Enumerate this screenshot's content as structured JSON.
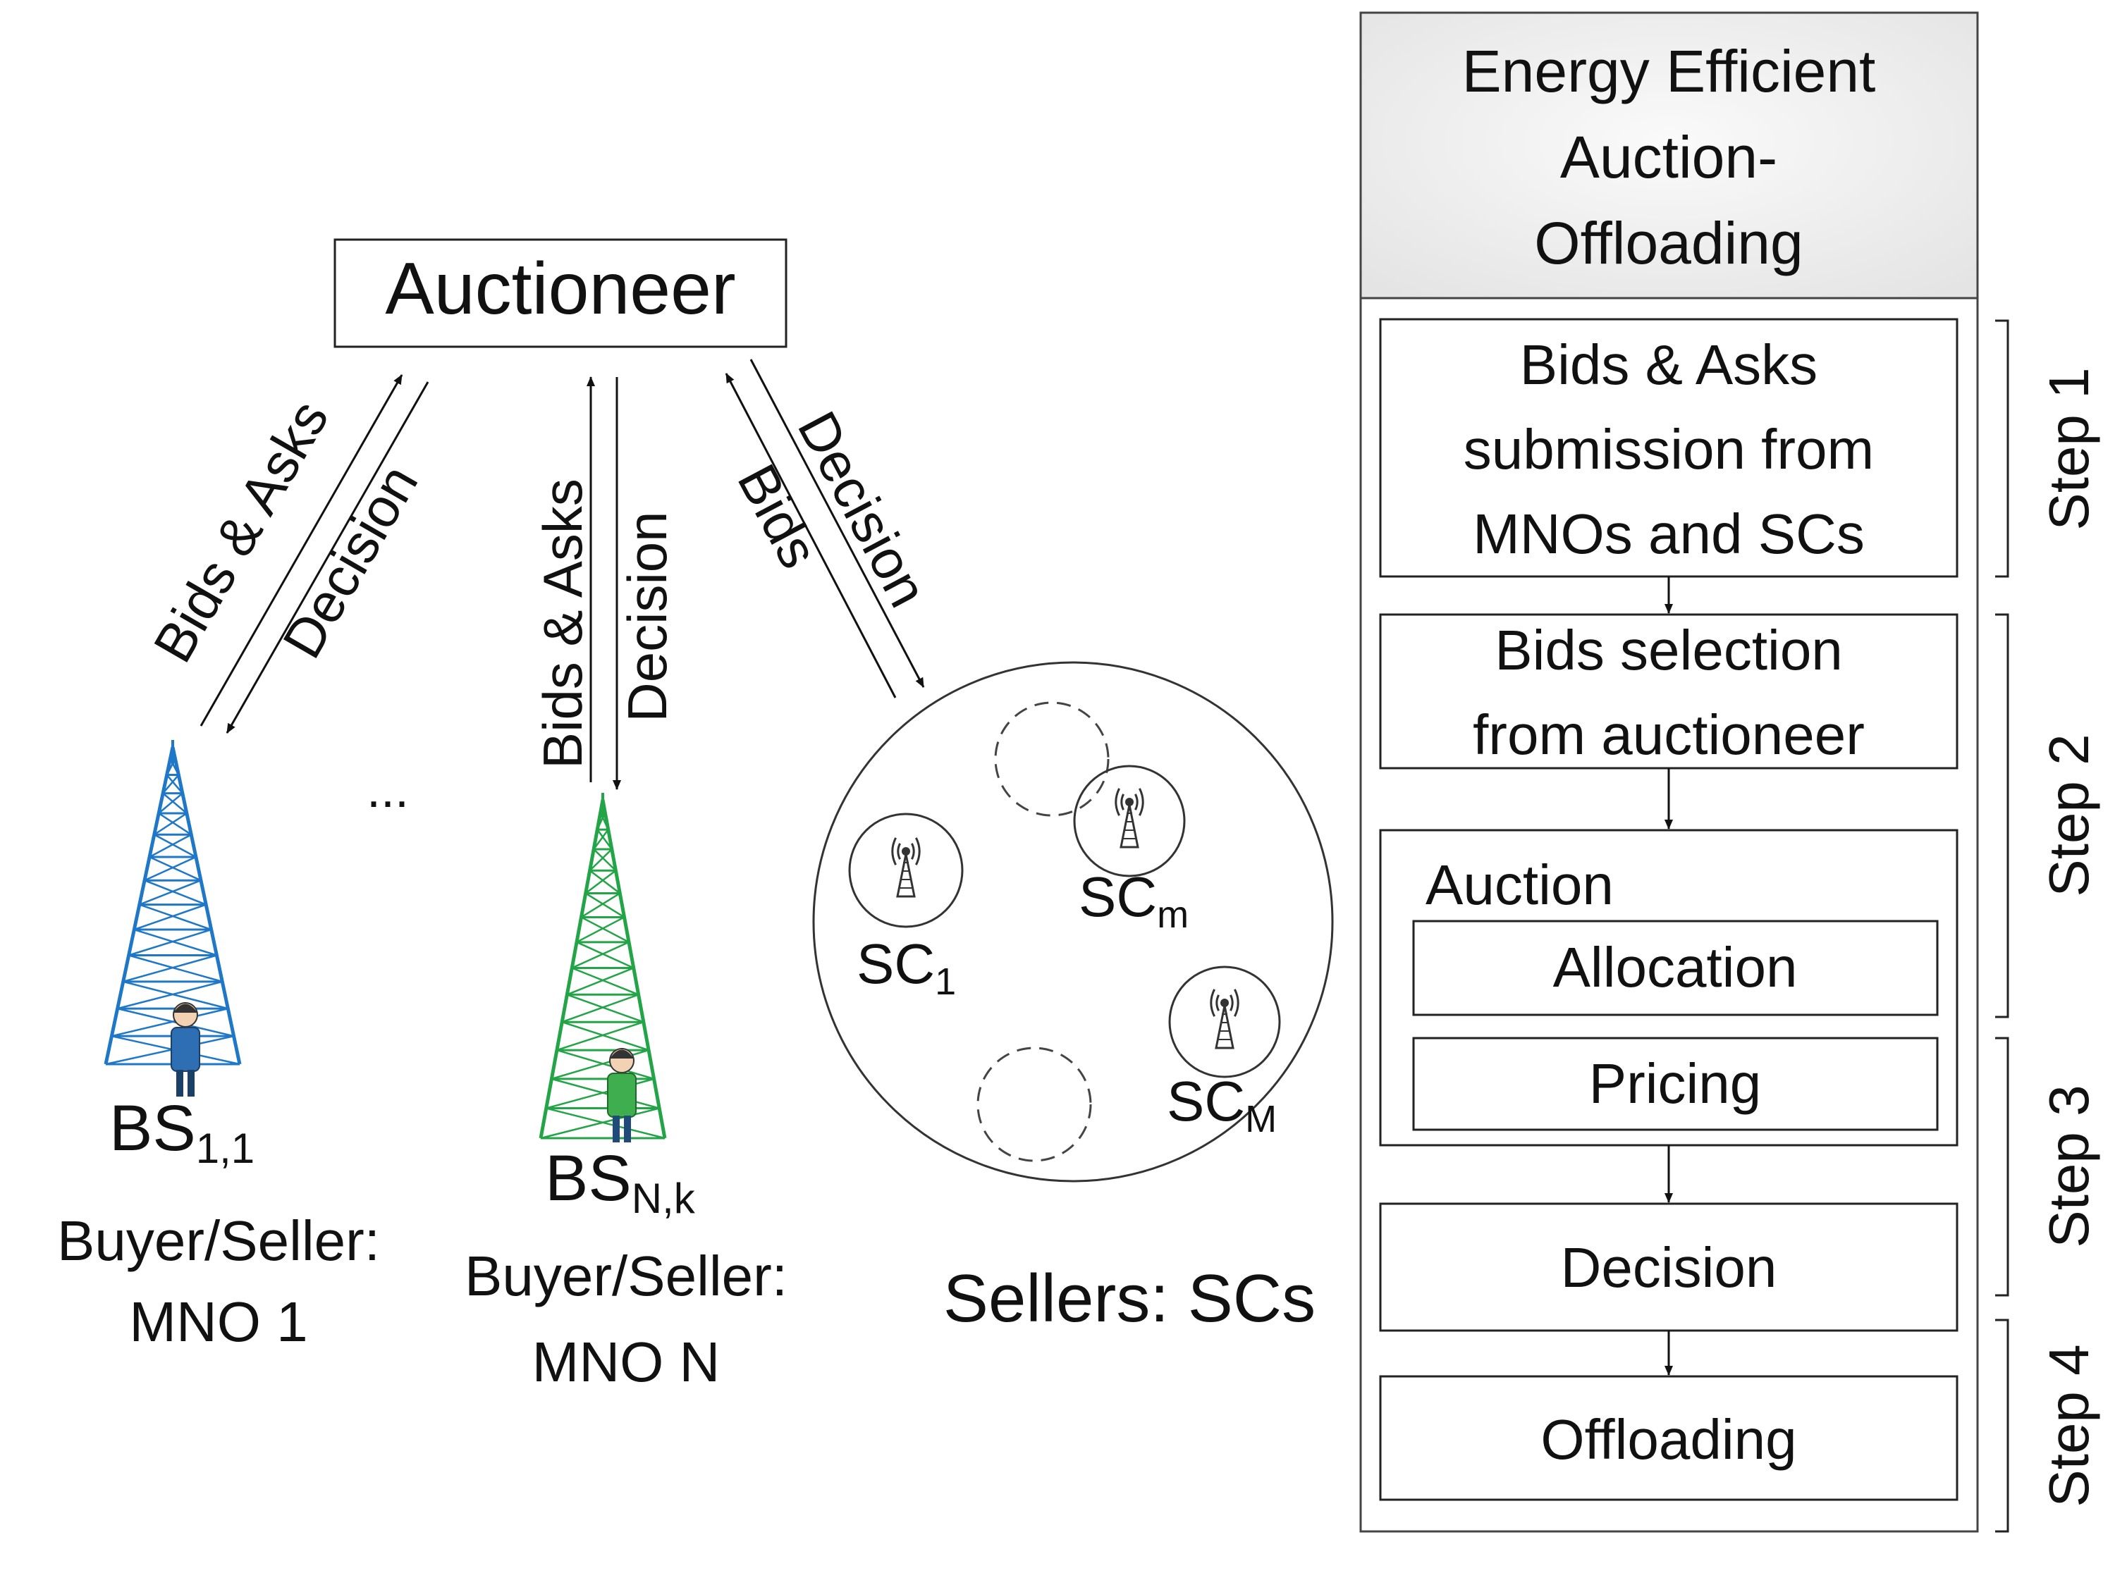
{
  "auctioneer": {
    "label": "Auctioneer"
  },
  "links": {
    "left_bids": "Bids & Asks",
    "left_decision": "Decision",
    "mid_bids": "Bids & Asks",
    "mid_decision": "Decision",
    "right_bids": "Bids",
    "right_decision": "Decision"
  },
  "ellipsis": "...",
  "bs1": {
    "base": "BS",
    "sub": "1,1",
    "role": "Buyer/Seller:",
    "mno": "MNO 1",
    "color": "#1f77c8"
  },
  "bsn": {
    "base": "BS",
    "sub": "N,k",
    "role": "Buyer/Seller:",
    "mno": "MNO N",
    "color": "#22a447"
  },
  "sellers": {
    "label": "Sellers: SCs",
    "sc1": {
      "base": "SC",
      "sub": "1"
    },
    "scm": {
      "base": "SC",
      "sub": "m"
    },
    "scM": {
      "base": "SC",
      "sub": "M"
    }
  },
  "flow": {
    "title_lines": [
      "Energy Efficient",
      "Auction-",
      "Offloading"
    ],
    "box1": [
      "Bids & Asks",
      "submission from",
      "MNOs and SCs"
    ],
    "box2": [
      "Bids selection",
      "from auctioneer"
    ],
    "box3_title": "Auction",
    "allocation": "Allocation",
    "pricing": "Pricing",
    "decision": "Decision",
    "offloading": "Offloading",
    "steps": [
      "Step 1",
      "Step 2",
      "Step 3",
      "Step 4"
    ],
    "header_fill": "#ebebeb"
  }
}
